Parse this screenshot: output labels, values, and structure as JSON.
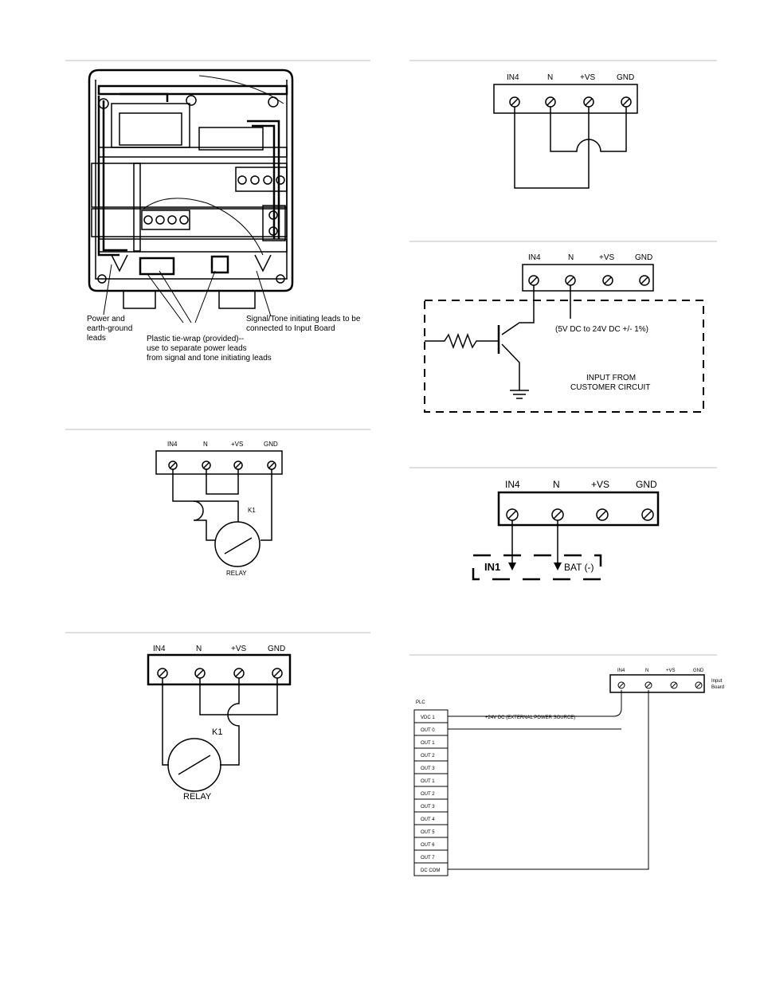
{
  "terminals": {
    "in4": "IN4",
    "n": "N",
    "vs": "+VS",
    "gnd": "GND"
  },
  "fig_enclosure": {
    "label_power": [
      "Power and",
      "earth-ground",
      "leads"
    ],
    "label_tiewrap": [
      "Plastic tie-wrap (provided)--",
      "use to separate power leads",
      "from signal and tone initiating leads"
    ],
    "label_signal": [
      "Signal/Tone initiating leads to be",
      "connected to Input Board"
    ]
  },
  "fig_relay_small": {
    "k1": "K1",
    "relay": "RELAY"
  },
  "fig_relay_large": {
    "k1": "K1",
    "relay": "RELAY"
  },
  "fig_transistor": {
    "voltage": "(5V DC to 24V DC +/- 1%)",
    "input_label": [
      "INPUT FROM",
      "CUSTOMER CIRCUIT"
    ]
  },
  "fig_in1": {
    "in1": "IN1",
    "bat": "BAT (-)"
  },
  "fig_plc": {
    "plc": "PLC",
    "rows": [
      "VDC 1",
      "OUT 0",
      "OUT 1",
      "OUT 2",
      "OUT 3",
      "OUT 1",
      "OUT 2",
      "OUT 3",
      "OUT 4",
      "OUT 5",
      "OUT 6",
      "OUT 7",
      "DC COM"
    ],
    "power_note": "+24V DC  (EXTERNAL POWER SOURCE)",
    "input_board": [
      "Input",
      "Board"
    ]
  }
}
